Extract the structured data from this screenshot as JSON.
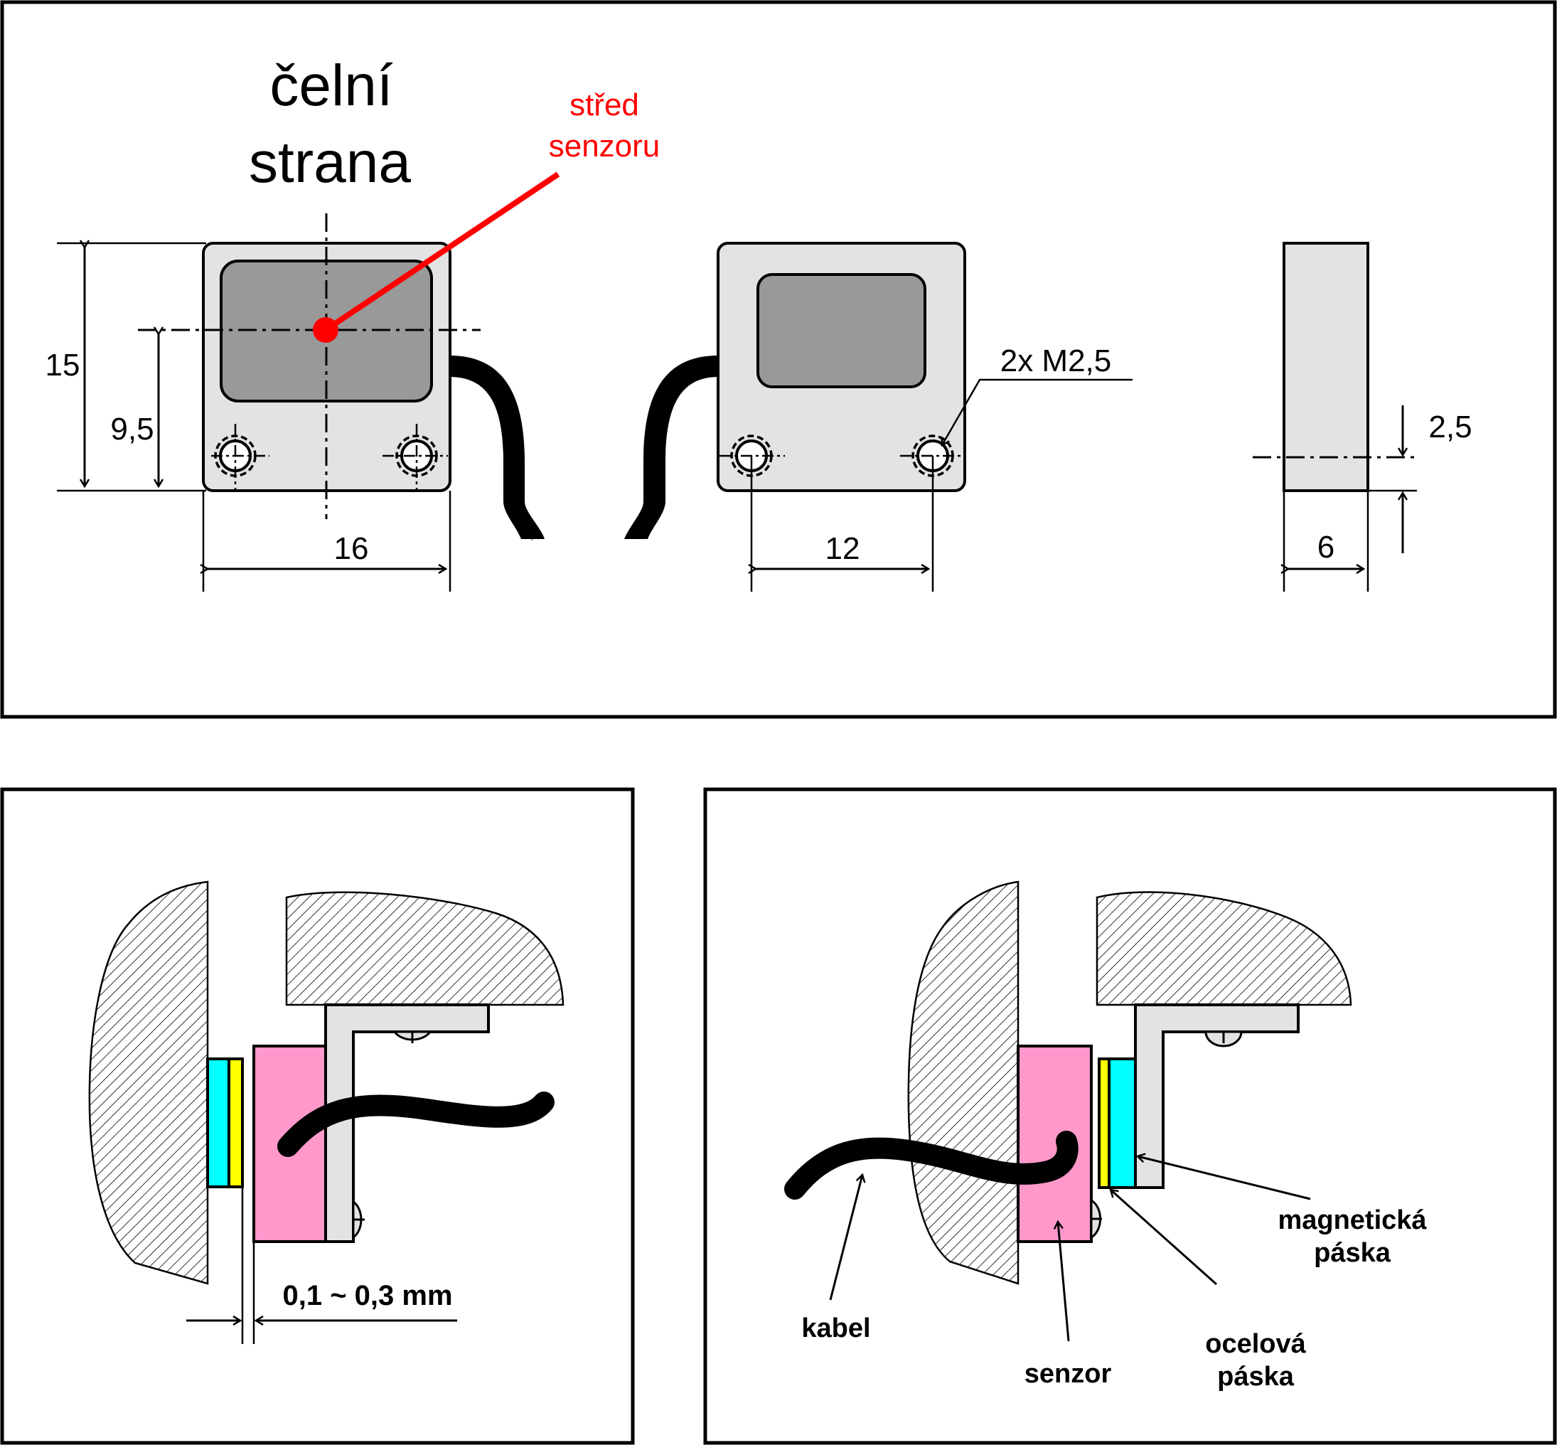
{
  "top_panel": {
    "title_line1": "čelní",
    "title_line2": "strana",
    "center_label_line1": "střed",
    "center_label_line2": "senzoru",
    "dim_height": "15",
    "dim_center_height": "9,5",
    "dim_width": "16",
    "dim_hole_spacing": "12",
    "hole_label": "2x M2,5",
    "dim_hole_offset": "2,5",
    "dim_thickness": "6"
  },
  "bottom_left_panel": {
    "gap_label": "0,1 ~ 0,3 mm"
  },
  "bottom_right_panel": {
    "label_cable": "kabel",
    "label_sensor": "senzor",
    "label_steel_line1": "ocelová",
    "label_steel_line2": "páska",
    "label_magnetic_line1": "magnetická",
    "label_magnetic_line2": "páska"
  },
  "colors": {
    "accent_red": "#ff0000",
    "sensor_body": "#e3e3e3",
    "sensor_face": "#999999",
    "sensor_pink": "#ff99cc",
    "magnetic_tape": "#00ffff",
    "steel_tape": "#ffff00",
    "bracket": "#e3e3e3"
  }
}
